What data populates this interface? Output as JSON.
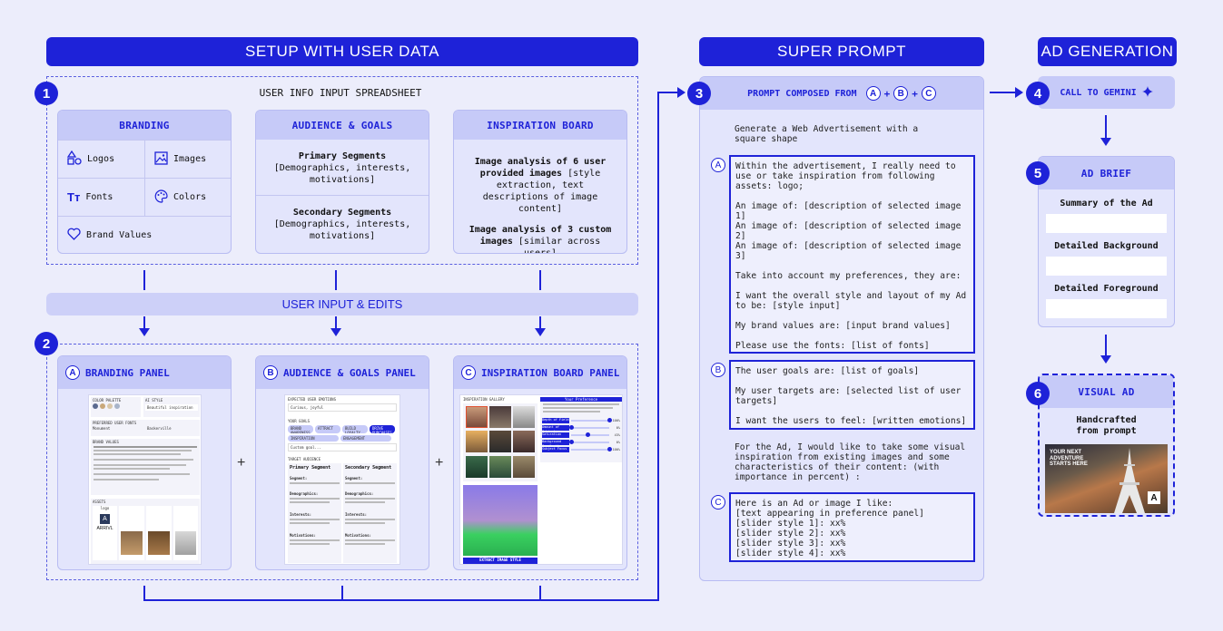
{
  "sections": {
    "setup": "SETUP WITH USER DATA",
    "super_prompt": "SUPER PROMPT",
    "ad_generation": "AD GENERATION"
  },
  "step_numbers": [
    "1",
    "2",
    "3",
    "4",
    "5",
    "6"
  ],
  "step1": {
    "title": "USER INFO INPUT SPREADSHEET",
    "branding": {
      "header": "BRANDING",
      "items": [
        "Logos",
        "Images",
        "Fonts",
        "Colors",
        "Brand Values"
      ]
    },
    "audience": {
      "header": "AUDIENCE & GOALS",
      "primary_title": "Primary Segments",
      "primary_desc": "[Demographics, interests, motivations]",
      "secondary_title": "Secondary Segments",
      "secondary_desc": "[Demographics, interests, motivations]"
    },
    "inspiration": {
      "header": "INSPIRATION BOARD",
      "p1_bold": "Image analysis of 6 user provided images",
      "p1_rest": " [style extraction, text descriptions of image content]",
      "p2_bold": "Image analysis of 3 custom images",
      "p2_rest": " [similar across users]"
    }
  },
  "user_input_bar": "USER INPUT & EDITS",
  "step2": {
    "branding_panel": {
      "letter": "A",
      "title": "BRANDING PANEL",
      "color_palette": "COLOR PALETTE",
      "ai_style": "AI STYLE",
      "ai_style_value": "Beautiful inspiration",
      "preferred_fonts": "PREFERRED USER FONTS",
      "font1": "Monument",
      "font2": "Baskerville",
      "brand_values": "BRAND VALUES",
      "assets": "ASSETS",
      "logo_label": "logo",
      "logo_text": "ARRIVL",
      "swatches": [
        "#5B6A8F",
        "#C9A87A",
        "#D9C7A8",
        "#A8B4C9"
      ]
    },
    "audience_panel": {
      "letter": "B",
      "title": "AUDIENCE & GOALS PANEL",
      "expected_emotions": "EXPECTED USER EMOTIONS",
      "emotions_value": "Curious, joyful",
      "your_goals": "YOUR GOALS",
      "goal_chips": [
        "BRAND AWARENESS",
        "ATTRACT",
        "BUILD LOYALTY",
        "DRIVE PURCHASES",
        "INSPIRATION",
        "ENGAGEMENT"
      ],
      "custom_goal": "Custom goal...",
      "target_audience": "TARGET AUDIENCE",
      "primary": "Primary Segment",
      "secondary": "Secondary Segment",
      "fields": [
        "Segment:",
        "Demographics:",
        "Interests:",
        "Motivations:"
      ]
    },
    "inspiration_panel": {
      "letter": "C",
      "title": "INSPIRATION BOARD PANEL",
      "gallery": "INSPIRATION GALLERY",
      "your_preference": "Your Preference",
      "sliders": [
        {
          "label": "Depth of Field",
          "value": "100%",
          "level": 1.0
        },
        {
          "label": "Amount of Subjects",
          "value": "0%",
          "level": 0.0
        },
        {
          "label": "Saturation",
          "value": "43%",
          "level": 0.43
        },
        {
          "label": "Background Complexity",
          "value": "0%",
          "level": 0.0
        },
        {
          "label": "Subject Focus",
          "value": "100%",
          "level": 1.0
        }
      ],
      "extract_button": "EXTRACT IMAGE STYLE"
    }
  },
  "step3": {
    "header_prefix": "PROMPT COMPOSED FROM",
    "letters": [
      "A",
      "B",
      "C"
    ],
    "intro": "Generate a Web Advertisement with a square shape",
    "box_a": "Within the advertisement, I really need to use or take inspiration from following assets: logo;\n\nAn image of: [description of selected image 1]\nAn image of: [description of selected image 2]\nAn image of: [description of selected image 3]\n\nTake into account my preferences, they are:\n\nI want the overall style and layout of my Ad to be: [style input]\n\nMy brand values are: [input brand values]\n\nPlease use the fonts: [list of fonts]\n\nThe main colors from my brand are:\n[list of color Hex codes]",
    "box_b": "The user goals are: [list of goals]\n\nMy user targets are: [selected list of user targets]\n\nI want the users to feel: [written emotions]",
    "middle": "For the Ad, I would like to take some visual inspiration from existing images and some characteristics of their content: (with importance in percent) :",
    "box_c": "Here is an Ad or image I like:\n[text appearing in preference panel]\n[slider style 1]: xx%\n[slider style 2]: xx%\n[slider style 3]: xx%\n[slider style 4]: xx%"
  },
  "step4": {
    "label": "CALL TO GEMINI"
  },
  "step5": {
    "header": "AD BRIEF",
    "fields": [
      "Summary of the Ad",
      "Detailed Background",
      "Detailed Foreground"
    ]
  },
  "step6": {
    "header": "VISUAL AD",
    "subtitle": "Handcrafted from prompt",
    "ad_text": "YOUR NEXT ADVENTURE STARTS HERE",
    "logo_letter": "A"
  },
  "plus_sign": "+",
  "colors": {
    "accent": "#1E22D8",
    "background": "#ECEDFB",
    "card": "#E3E5FC",
    "card_header": "#C6CAF8"
  },
  "icons": [
    "shapes-icon",
    "image-icon",
    "text-icon",
    "palette-icon",
    "heart-icon",
    "sparkle-icon"
  ]
}
